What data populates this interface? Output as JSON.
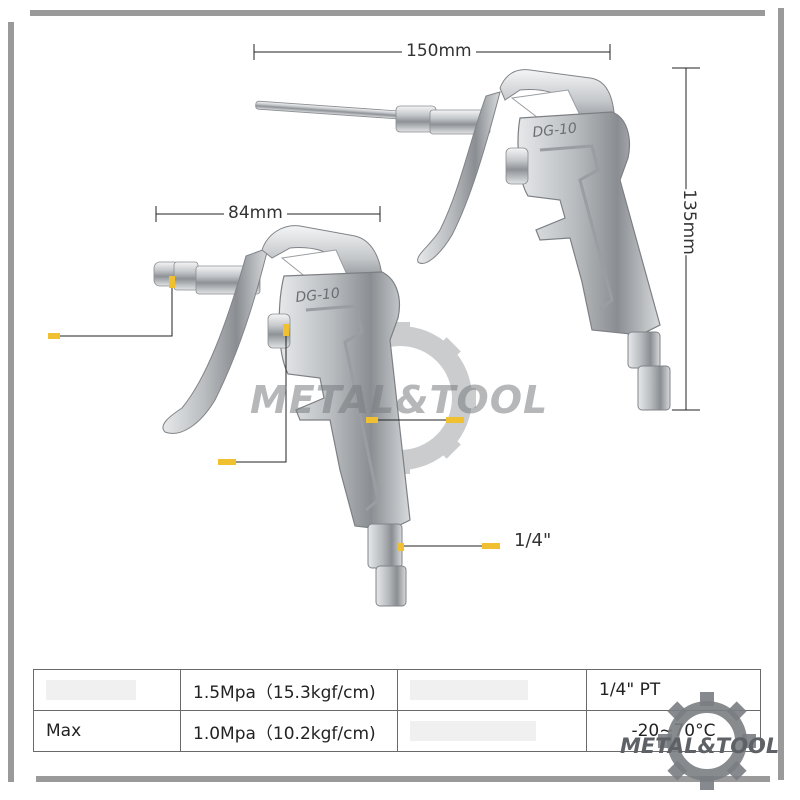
{
  "dimensions": {
    "large_length": "150mm",
    "large_height": "135mm",
    "small_length": "84mm",
    "fitting_size": "1/4\""
  },
  "tool_marking": "DG-10",
  "watermark": {
    "brand": "METAL&TOOL"
  },
  "spec_table": {
    "rows": [
      [
        "",
        "1.5Mpa（15.3kgf/cm)",
        "",
        "1/4\" PT"
      ],
      [
        "Max",
        "1.0Mpa（10.2kgf/cm)",
        "",
        "-20~70°C"
      ]
    ]
  },
  "colors": {
    "callout_marker": "#f0c030",
    "frame": "#9a9a9a",
    "chrome": "#c8cacc"
  }
}
